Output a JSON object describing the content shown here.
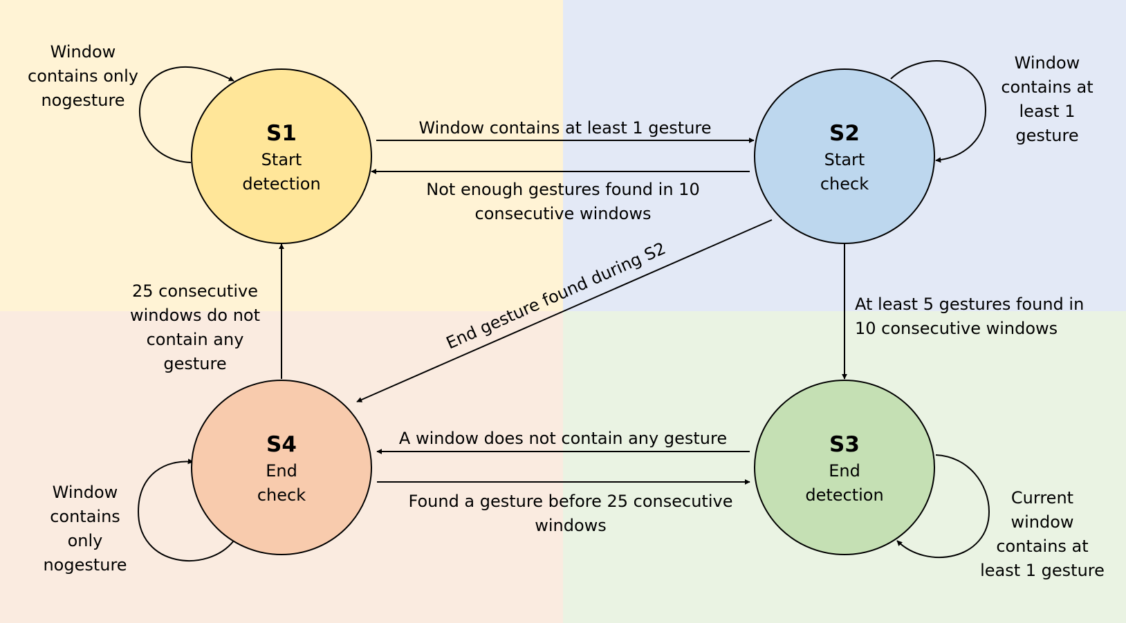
{
  "colors": {
    "quadrant_s1": "#fff3d5",
    "quadrant_s2": "#e3e9f6",
    "quadrant_s4": "#faebe0",
    "quadrant_s3": "#eaf3e3",
    "node_s1": "#ffe699",
    "node_s2": "#bdd7ee",
    "node_s3": "#c5e0b4",
    "node_s4": "#f8cbad"
  },
  "states": {
    "s1": {
      "name": "S1",
      "desc": [
        "Start",
        "detection"
      ]
    },
    "s2": {
      "name": "S2",
      "desc": [
        "Start",
        "check"
      ]
    },
    "s3": {
      "name": "S3",
      "desc": [
        "End",
        "detection"
      ]
    },
    "s4": {
      "name": "S4",
      "desc": [
        "End",
        "check"
      ]
    }
  },
  "transitions": {
    "s1_self": [
      "Window",
      "contains only",
      "nogesture"
    ],
    "s1_to_s2": [
      "Window contains at least 1 gesture"
    ],
    "s2_to_s1": [
      "Not enough gestures found in 10",
      "consecutive windows"
    ],
    "s2_self": [
      "Window",
      "contains at",
      "least 1",
      "gesture"
    ],
    "s2_to_s4": [
      "End gesture found during S2"
    ],
    "s2_to_s3": [
      "At least 5 gestures found in",
      "10 consecutive windows"
    ],
    "s4_to_s1": [
      "25 consecutive",
      "windows do not",
      "contain any",
      "gesture"
    ],
    "s3_to_s4": [
      "A window does not contain any gesture"
    ],
    "s4_to_s3": [
      "Found a gesture before 25 consecutive",
      "windows"
    ],
    "s4_self": [
      "Window",
      "contains",
      "only",
      "nogesture"
    ],
    "s3_self": [
      "Current",
      "window",
      "contains at",
      "least 1 gesture"
    ]
  }
}
